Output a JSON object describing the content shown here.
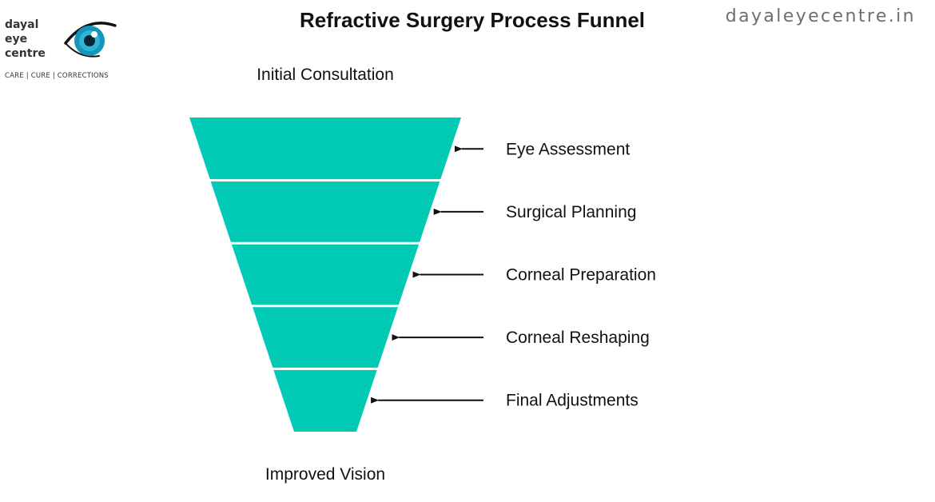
{
  "logo": {
    "words": [
      "dayal",
      "eye",
      "centre"
    ],
    "tagline": "CARE | CURE | CORRECTIONS"
  },
  "site_url": "dayaleyecentre.in",
  "title": "Refractive Surgery Process Funnel",
  "funnel": {
    "top_label": "Initial Consultation",
    "bottom_label": "Improved Vision",
    "stages": [
      "Eye Assessment",
      "Surgical Planning",
      "Corneal Preparation",
      "Corneal Reshaping",
      "Final Adjustments"
    ]
  },
  "colors": {
    "funnel_fill": "#00C9B4",
    "divider": "#ffffff",
    "text": "#111111",
    "url_text": "#6e6e6e",
    "eye_outline": "#111111",
    "iris_outer": "#1596B8",
    "iris_inner": "#2FB4D6",
    "pupil": "#0B2530"
  }
}
